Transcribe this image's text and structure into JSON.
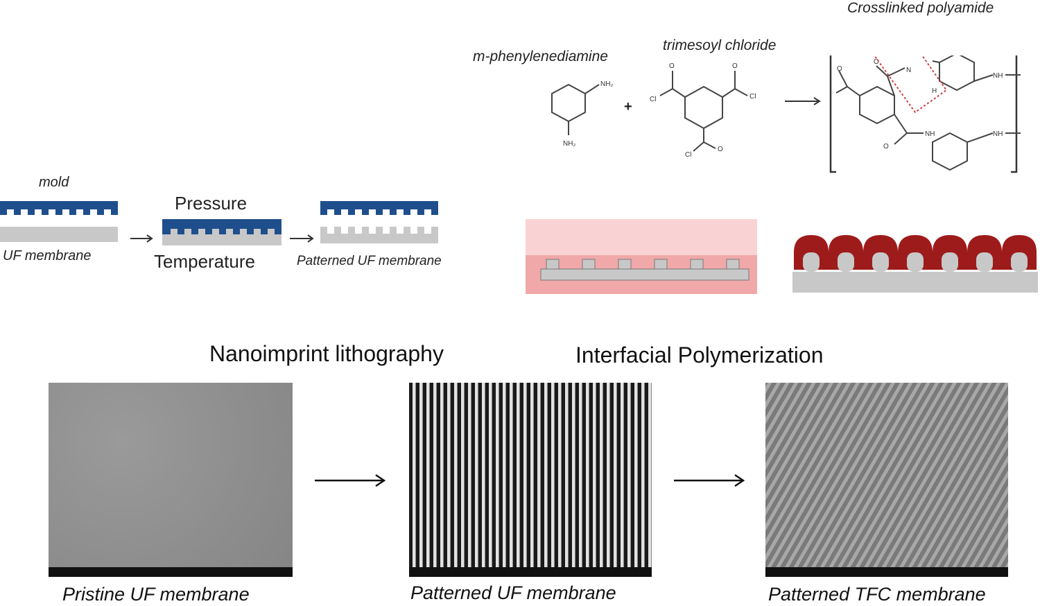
{
  "chemistry": {
    "product_label": "Crosslinked polyamide",
    "reactant1_label": "m-phenylenediamine",
    "reactant2_label": "trimesoyl chloride",
    "plus": "+",
    "nh2": "NH₂",
    "cl": "Cl",
    "nh": "NH",
    "o": "O",
    "h": "H",
    "n": "N"
  },
  "nil_process": {
    "mold_label": "mold",
    "uf_label": "UF membrane",
    "pressure_label": "Pressure",
    "temperature_label": "Temperature",
    "patterned_label": "Patterned UF membrane"
  },
  "sections": {
    "nil": "Nanoimprint lithography",
    "ip": "Interfacial Polymerization"
  },
  "sem": {
    "captions": [
      "Pristine UF membrane",
      "Patterned UF membrane",
      "Patterned TFC membrane"
    ]
  },
  "colors": {
    "mold": "#1f4e8c",
    "membrane": "#c8c8c8",
    "polyamide": "#9e1b1b",
    "solution": "#f2b4b4",
    "dashed_box": "#d23c3c"
  }
}
